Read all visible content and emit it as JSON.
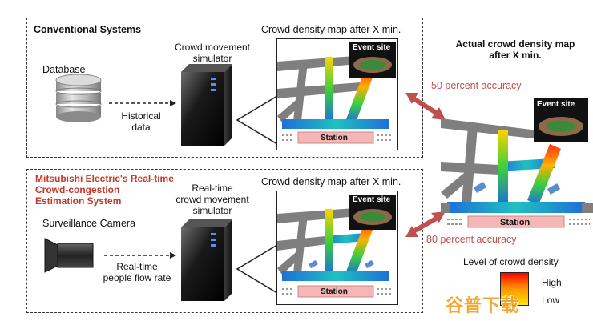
{
  "top_panel": {
    "title": "Conventional Systems",
    "database_label": "Database",
    "historical_data_label": "Historical\ndata",
    "simulator_label": "Crowd movement\nsimulator",
    "map_title": "Crowd density map after X min.",
    "event_site_label": "Event site",
    "station_label": "Station"
  },
  "bottom_panel": {
    "title": "Mitsubishi Electric's Real-time\nCrowd-congestion\nEstimation System",
    "camera_label": "Surveillance Camera",
    "flow_label": "Real-time\npeople flow rate",
    "simulator_label": "Real-time\ncrowd movement\nsimulator",
    "map_title": "Crowd density map after X min.",
    "event_site_label": "Event site",
    "station_label": "Station"
  },
  "right": {
    "title": "Actual crowd density map\nafter X min.",
    "accuracy_top": "50 percent accuracy",
    "accuracy_bottom": "80 percent accuracy",
    "event_site_label": "Event site",
    "station_label": "Station"
  },
  "legend": {
    "title": "Level of crowd density",
    "high": "High",
    "low": "Low"
  },
  "watermark": "谷普下载",
  "colors": {
    "accent_red": "#c0392b",
    "arrow": "#c0504d",
    "road_gray": "#7f7f7f",
    "station_pink": "#f4b6b6"
  }
}
